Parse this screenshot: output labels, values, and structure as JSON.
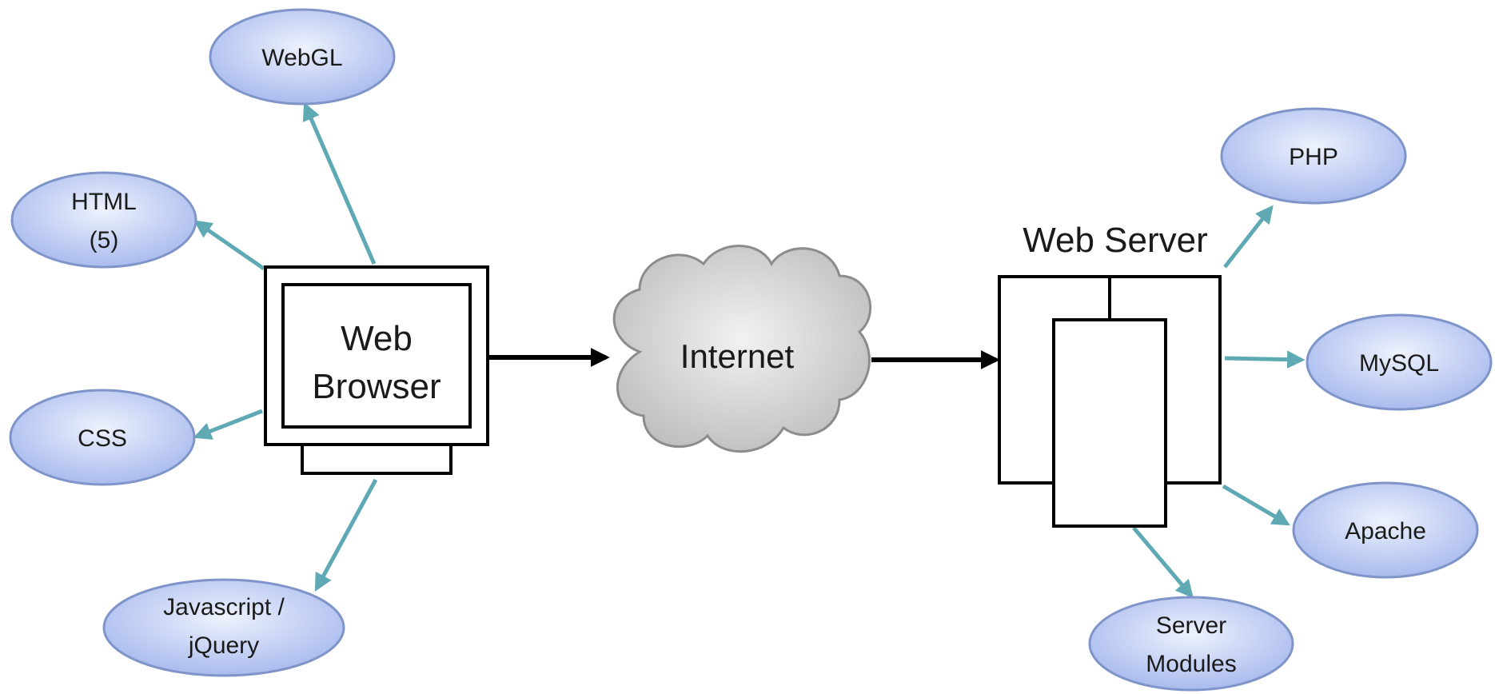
{
  "browser": {
    "line1": "Web",
    "line2": "Browser"
  },
  "internet": {
    "label": "Internet"
  },
  "server": {
    "title": "Web Server"
  },
  "client_techs": {
    "webgl": [
      "WebGL"
    ],
    "html": [
      "HTML",
      "(5)"
    ],
    "css": [
      "CSS"
    ],
    "javascript": [
      "Javascript /",
      "jQuery"
    ]
  },
  "server_techs": {
    "php": [
      "PHP"
    ],
    "mysql": [
      "MySQL"
    ],
    "apache": [
      "Apache"
    ],
    "modules": [
      "Server",
      "Modules"
    ]
  },
  "colors": {
    "oval_fill_light": "#e2e9fb",
    "oval_fill_dark": "#a9bbee",
    "oval_stroke": "#7f95c9",
    "teal_arrow": "#5fa9b5",
    "black_arrow": "#000000",
    "cloud_fill": "#cfcfcf"
  }
}
